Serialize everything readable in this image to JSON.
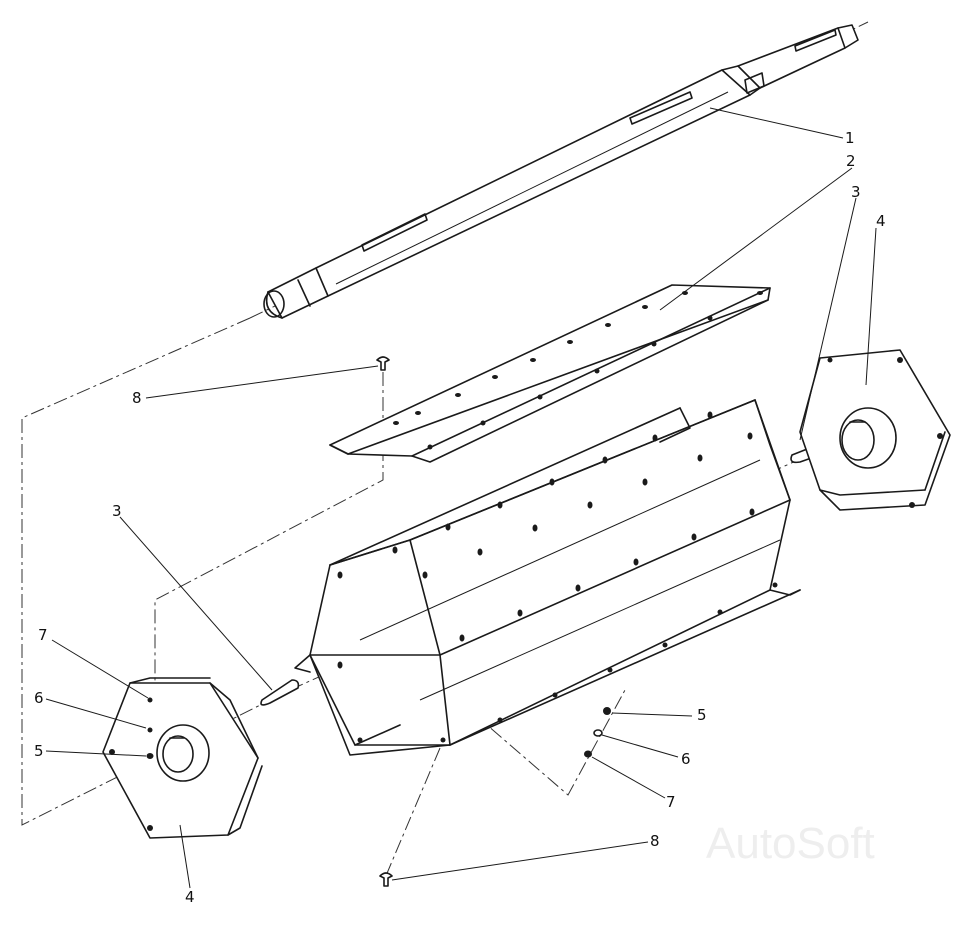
{
  "drawing": {
    "callouts": [
      {
        "id": "c1",
        "label": "1"
      },
      {
        "id": "c2",
        "label": "2"
      },
      {
        "id": "c3a",
        "label": "3"
      },
      {
        "id": "c4a",
        "label": "4"
      },
      {
        "id": "c8a",
        "label": "8"
      },
      {
        "id": "c3b",
        "label": "3"
      },
      {
        "id": "c7a",
        "label": "7"
      },
      {
        "id": "c6a",
        "label": "6"
      },
      {
        "id": "c5a",
        "label": "5"
      },
      {
        "id": "c4b",
        "label": "4"
      },
      {
        "id": "c5b",
        "label": "5"
      },
      {
        "id": "c6b",
        "label": "6"
      },
      {
        "id": "c7b",
        "label": "7"
      },
      {
        "id": "c8b",
        "label": "8"
      }
    ]
  },
  "watermark": "AutoSoft"
}
